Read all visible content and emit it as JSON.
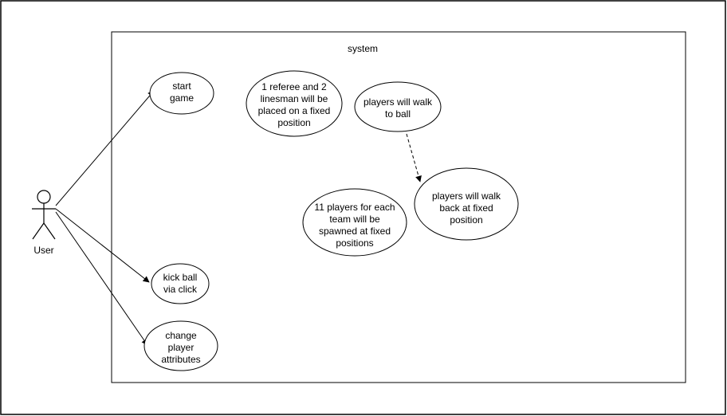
{
  "diagram": {
    "type": "use-case",
    "system": {
      "label": "system"
    },
    "actor": {
      "label": "User"
    },
    "use_cases": [
      {
        "id": "uc-start-game",
        "lines": [
          "start",
          "game"
        ]
      },
      {
        "id": "uc-referee",
        "lines": [
          "1 referee and 2",
          "linesman will be",
          "placed on a fixed",
          "position"
        ]
      },
      {
        "id": "uc-walk-to-ball",
        "lines": [
          "players will walk",
          "to ball"
        ]
      },
      {
        "id": "uc-walk-back",
        "lines": [
          "players will walk",
          "back at fixed",
          "position"
        ]
      },
      {
        "id": "uc-spawn",
        "lines": [
          "11 players for each",
          "team will be",
          "spawned at fixed",
          "positions"
        ]
      },
      {
        "id": "uc-kick-ball",
        "lines": [
          "kick ball",
          "via click"
        ]
      },
      {
        "id": "uc-change-attributes",
        "lines": [
          "change",
          "player",
          "attributes"
        ]
      }
    ],
    "associations": [
      {
        "from": "actor",
        "to": "uc-start-game"
      },
      {
        "from": "actor",
        "to": "uc-kick-ball"
      },
      {
        "from": "actor",
        "to": "uc-change-attributes"
      }
    ],
    "dependencies": [
      {
        "from": "uc-walk-to-ball",
        "to": "uc-walk-back",
        "style": "dashed"
      }
    ]
  }
}
